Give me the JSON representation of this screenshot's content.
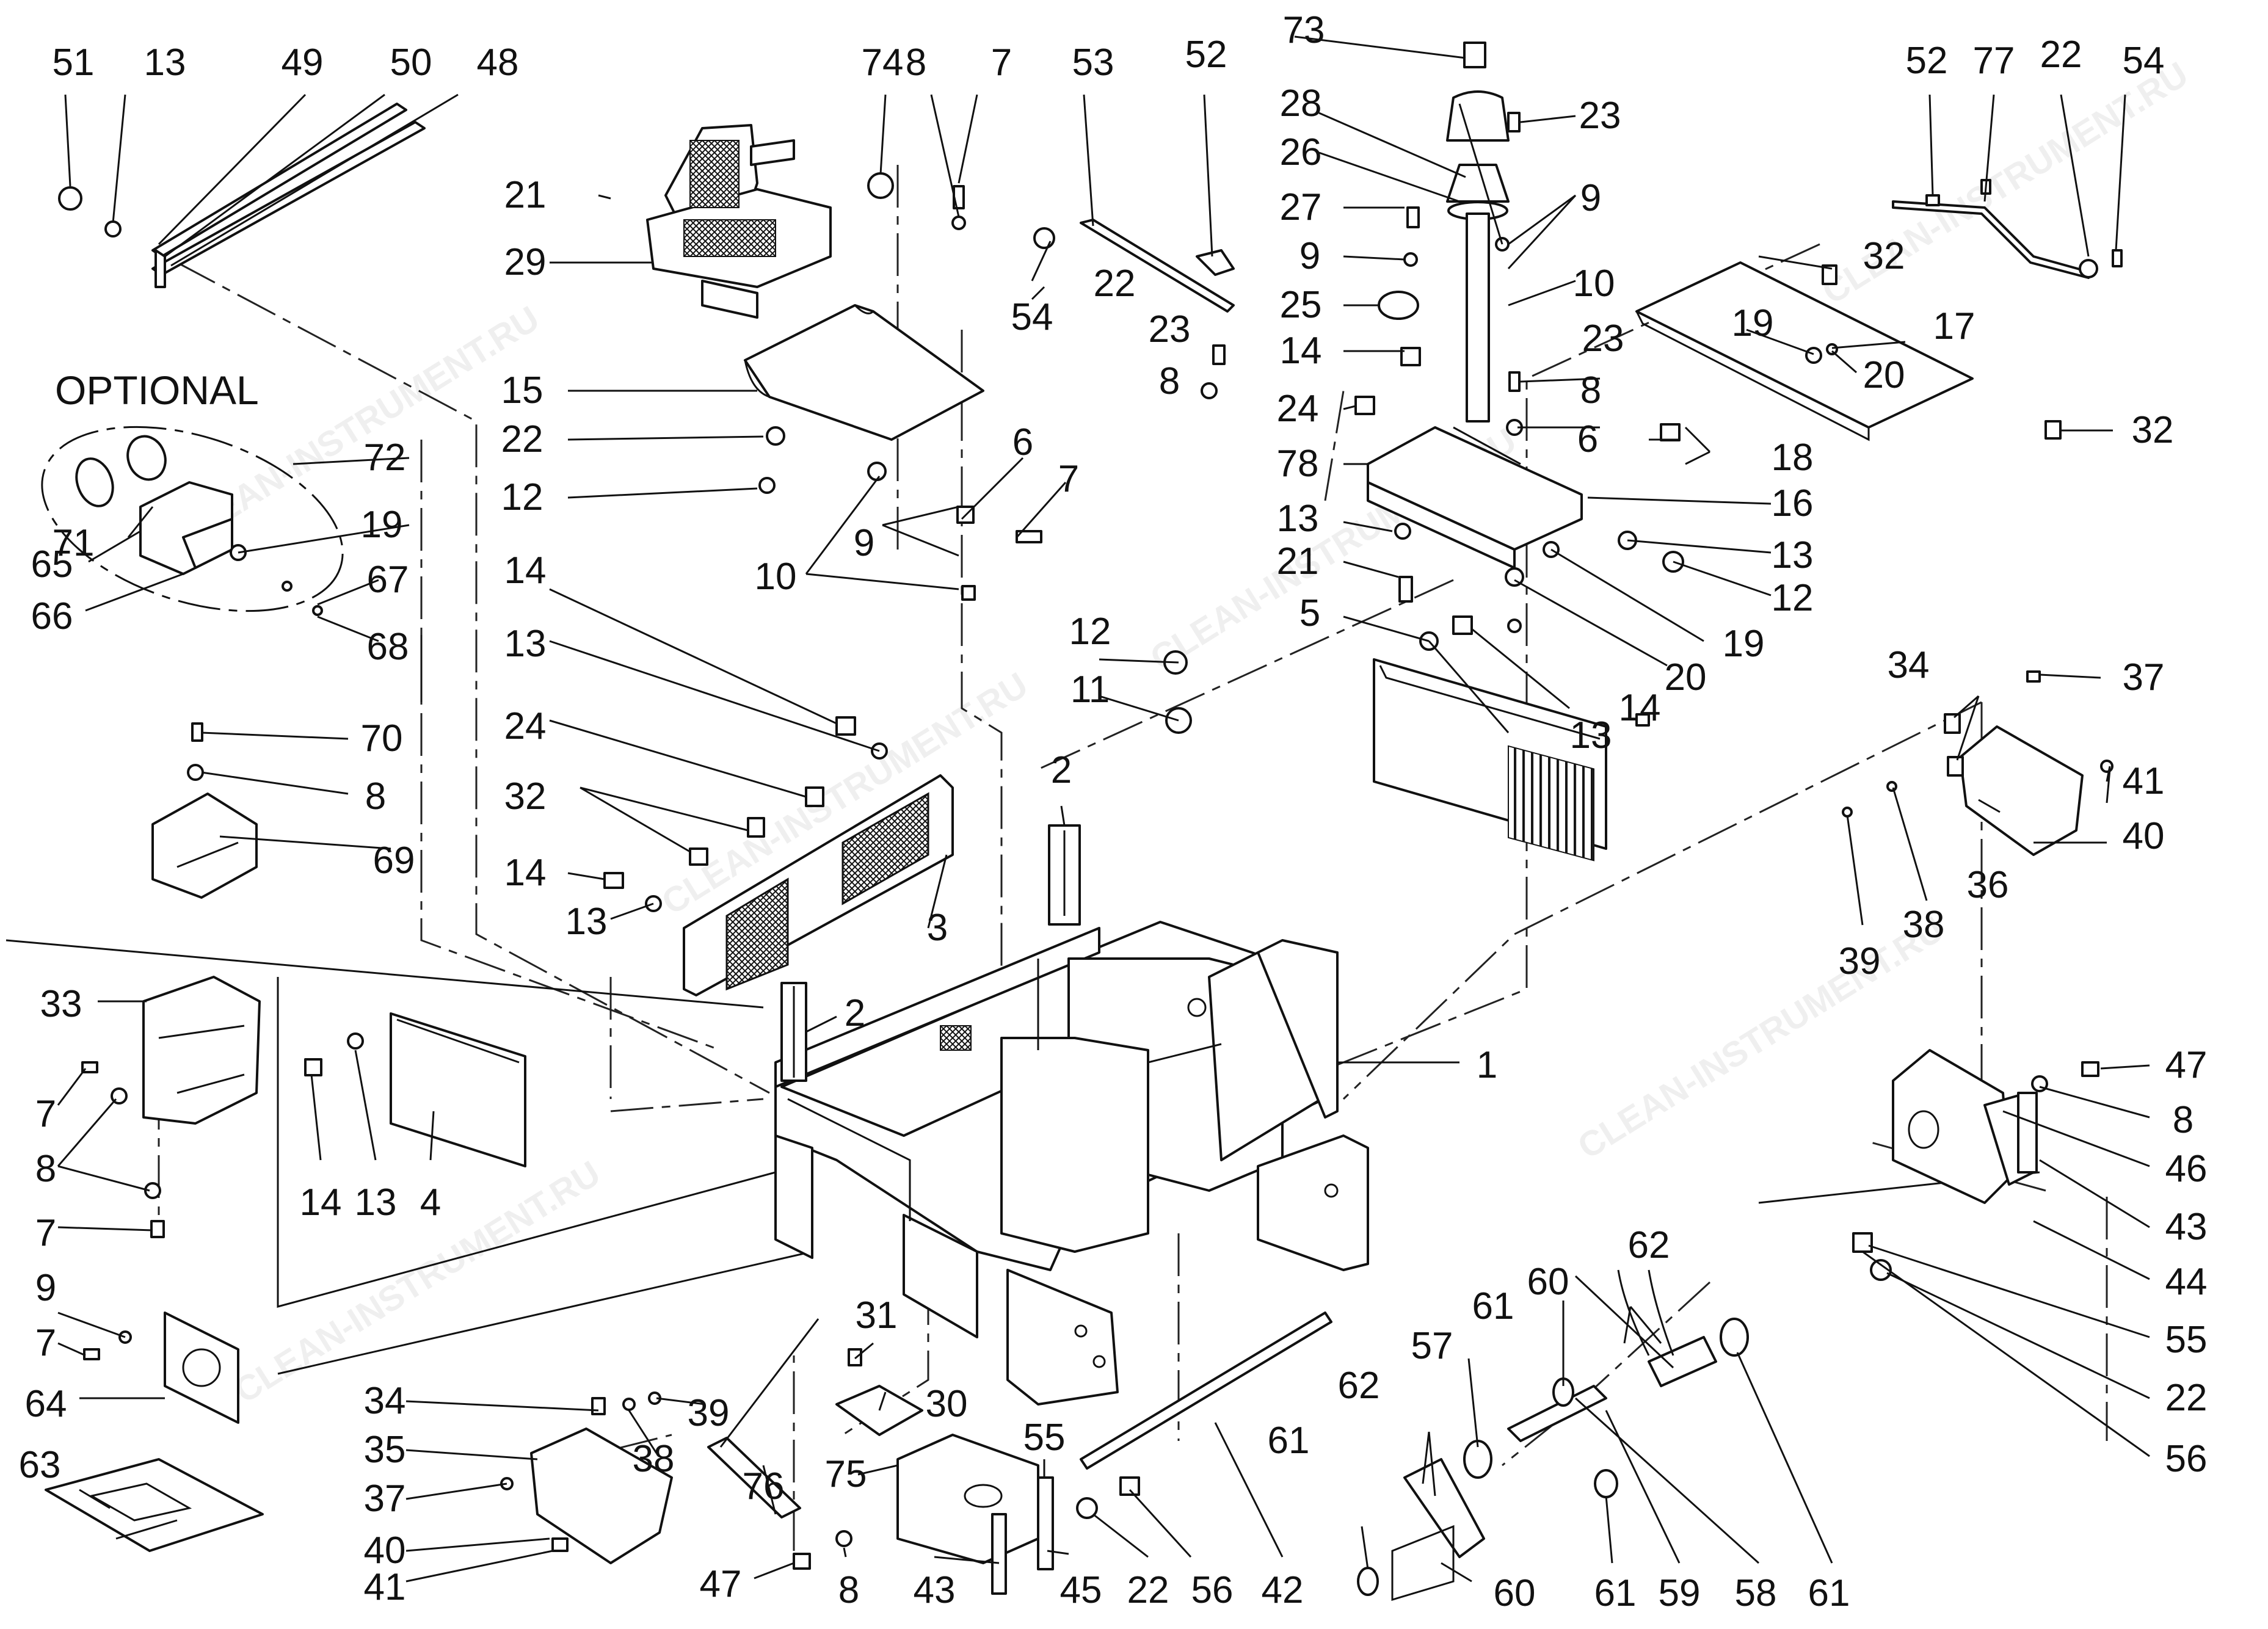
{
  "watermark": "CLEAN-INSTRUMENT.RU",
  "optional_label": "OPTIONAL",
  "labels": {
    "l51": "51",
    "l13a": "13",
    "l49": "49",
    "l50": "50",
    "l48": "48",
    "l74": "74",
    "l8a": "8",
    "l7a": "7",
    "l53": "53",
    "l52a": "52",
    "l73": "73",
    "l28": "28",
    "l26": "26",
    "l23a": "23",
    "l9a": "9",
    "l27": "27",
    "l9b": "9",
    "l10a": "10",
    "l25": "25",
    "l14a": "14",
    "l23b": "23",
    "l23c": "23",
    "l8b": "8",
    "l8c": "8",
    "l24a": "24",
    "l78": "78",
    "l13b": "13",
    "l21b": "21",
    "l6b": "6",
    "l18": "18",
    "l16": "16",
    "l13c": "13",
    "l12c": "12",
    "l19c": "19",
    "l20b": "20",
    "l52b": "52",
    "l77": "77",
    "l22a": "22",
    "l54a": "54",
    "l32a": "32",
    "l19b": "19",
    "l17": "17",
    "l20a": "20",
    "l32b": "32",
    "l21a": "21",
    "l29": "29",
    "l22b": "22",
    "l54b": "54",
    "l15": "15",
    "l22c": "22",
    "l12a": "12",
    "l6a": "6",
    "l7b": "7",
    "l9c": "9",
    "l10b": "10",
    "l72": "72",
    "l71": "71",
    "l19a": "19",
    "l65": "65",
    "l67": "67",
    "l66": "66",
    "l68": "68",
    "l14b": "14",
    "l13d": "13",
    "l24b": "24",
    "l32c": "32",
    "l14c": "14",
    "l13e": "13",
    "l3": "3",
    "l70": "70",
    "l8d": "8",
    "l69": "69",
    "l12b": "12",
    "l11": "11",
    "l5": "5",
    "l13f": "13",
    "l14d": "14",
    "l2a": "2",
    "l2b": "2",
    "l1": "1",
    "l34a": "34",
    "l37a": "37",
    "l41a": "41",
    "l40a": "40",
    "l36": "36",
    "l39a": "39",
    "l38a": "38",
    "l33": "33",
    "l7c": "7",
    "l8e": "8",
    "l7d": "7",
    "l14e": "14",
    "l13g": "13",
    "l4": "4",
    "l9d": "9",
    "l7e": "7",
    "l64": "64",
    "l63": "63",
    "l47a": "47",
    "l8f": "8",
    "l46": "46",
    "l43a": "43",
    "l44": "44",
    "l55a": "55",
    "l22d": "22",
    "l56a": "56",
    "l31": "31",
    "l30": "30",
    "l34b": "34",
    "l35": "35",
    "l38b": "38",
    "l39b": "39",
    "l37b": "37",
    "l40b": "40",
    "l41b": "41",
    "l76": "76",
    "l75": "75",
    "l55b": "55",
    "l47b": "47",
    "l8g": "8",
    "l43b": "43",
    "l45": "45",
    "l22e": "22",
    "l56b": "56",
    "l42": "42",
    "l62a": "62",
    "l60a": "60",
    "l61a": "61",
    "l57": "57",
    "l62b": "62",
    "l61b": "61",
    "l60b": "60",
    "l61c": "61",
    "l59": "59",
    "l58": "58",
    "l61d": "61"
  }
}
